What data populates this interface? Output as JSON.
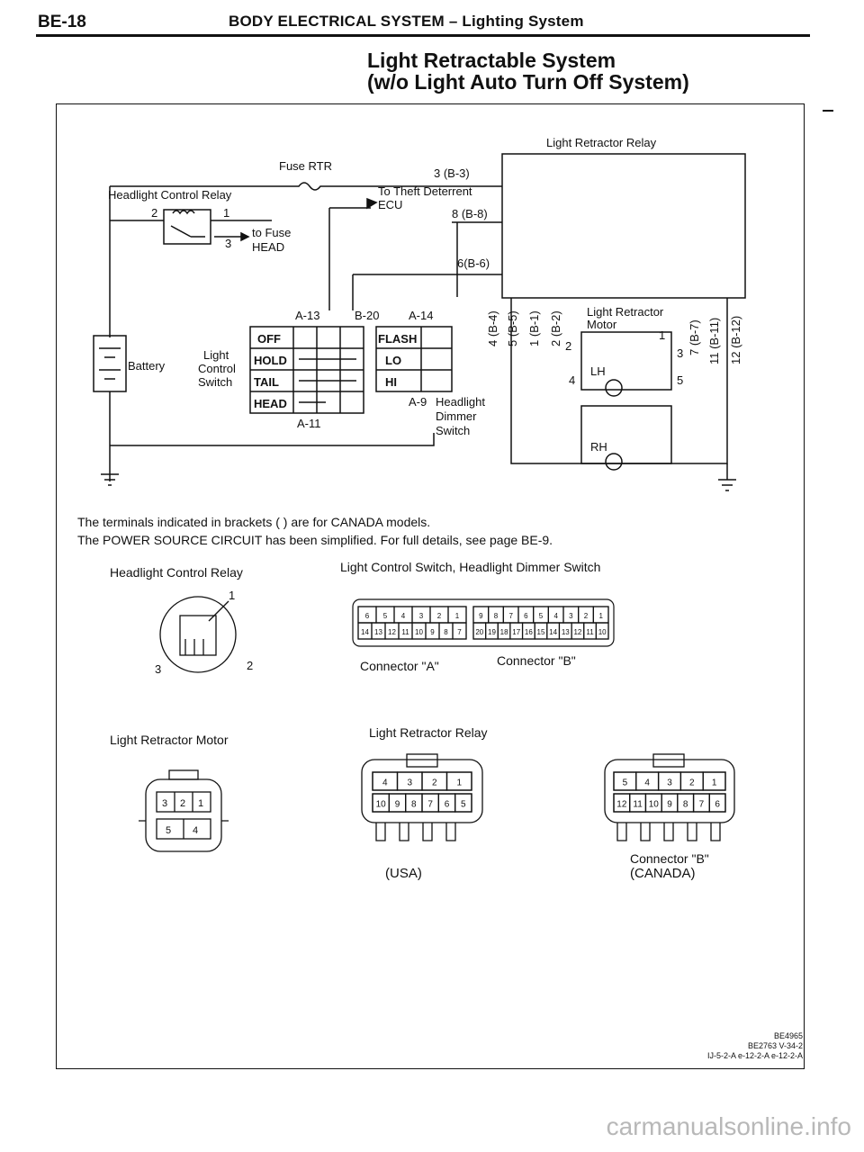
{
  "header": {
    "code": "BE-18",
    "title": "BODY ELECTRICAL SYSTEM – Lighting System"
  },
  "title": {
    "line1": "Light Retractable System",
    "line2": "(w/o Light Auto Turn Off System)"
  },
  "diagram": {
    "light_retractor_relay": "Light Retractor Relay",
    "fuse_rtr": "Fuse RTR",
    "headlight_control_relay": "Headlight Control Relay",
    "to_theft_1": "To Theft Deterrent",
    "to_theft_2": "ECU",
    "to_fuse_1": "to Fuse",
    "to_fuse_2": "HEAD",
    "t_3b3": "3 (B-3)",
    "t_8b8": "8 (B-8)",
    "t_6b6": "6(B-6)",
    "relay_pin2": "2",
    "relay_pin1": "1",
    "relay_pin3": "3",
    "battery": "Battery",
    "switch_1": "Light",
    "switch_2": "Control",
    "switch_3": "Switch",
    "a13": "A-13",
    "b20": "B-20",
    "a14": "A-14",
    "a11": "A-11",
    "a9": "A-9",
    "sw_off": "OFF",
    "sw_hold": "HOLD",
    "sw_tail": "TAIL",
    "sw_head": "HEAD",
    "sw_flash": "FLASH",
    "sw_lo": "LO",
    "sw_hi": "HI",
    "dimmer_1": "Headlight",
    "dimmer_2": "Dimmer",
    "dimmer_3": "Switch",
    "motor_1": "Light Retractor",
    "motor_2": "Motor",
    "lh": "LH",
    "rh": "RH",
    "v_4b4": "4 (B-4)",
    "v_5b5": "5 (B-5)",
    "v_1b1": "1 (B-1)",
    "v_2b2": "2 (B-2)",
    "v_7b7": "7 (B-7)",
    "v_11b11": "11 (B-11)",
    "v_12b12": "12 (B-12)",
    "m1": "1",
    "m2": "2",
    "m3": "3",
    "m4": "4",
    "m5": "5"
  },
  "notes": {
    "line1": "The terminals indicated in brackets (      ) are for CANADA models.",
    "line2": "The POWER SOURCE CIRCUIT has been simplified. For full details, see page BE-9."
  },
  "connectors": {
    "headlight_control_relay": "Headlight Control Relay",
    "switch_title": "Light Control Switch, Headlight Dimmer Switch",
    "relay_pins": [
      "1",
      "2",
      "3"
    ],
    "connector_a": "Connector \"A\"",
    "connector_b": "Connector \"B\"",
    "conn_a_top": [
      "6",
      "5",
      "4",
      "3",
      "2",
      "1"
    ],
    "conn_a_bot": [
      "14",
      "13",
      "12",
      "11",
      "10",
      "9",
      "8",
      "7"
    ],
    "conn_b_top": [
      "9",
      "8",
      "7",
      "6",
      "5",
      "4",
      "3",
      "2",
      "1"
    ],
    "conn_b_bot": [
      "20",
      "19",
      "18",
      "17",
      "16",
      "15",
      "14",
      "13",
      "12",
      "11",
      "10"
    ],
    "light_retractor_motor": "Light Retractor Motor",
    "motor_top": [
      "3",
      "2",
      "1"
    ],
    "motor_bot": [
      "5",
      "4"
    ],
    "light_retractor_relay": "Light Retractor Relay",
    "usa_top": [
      "4",
      "3",
      "2",
      "1"
    ],
    "usa_bot": [
      "10",
      "9",
      "8",
      "7",
      "6",
      "5"
    ],
    "can_top": [
      "5",
      "4",
      "3",
      "2",
      "1"
    ],
    "can_bot": [
      "12",
      "11",
      "10",
      "9",
      "8",
      "7",
      "6"
    ],
    "usa": "(USA)",
    "connector_b_canada": "Connector \"B\"",
    "canada": "(CANADA)"
  },
  "codes": {
    "line1": "BE4965",
    "line2": "BE2763 V-34-2",
    "line3": "IJ-5-2-A e-12-2-A e-12-2-A"
  },
  "watermark": "carmanualsonline.info"
}
